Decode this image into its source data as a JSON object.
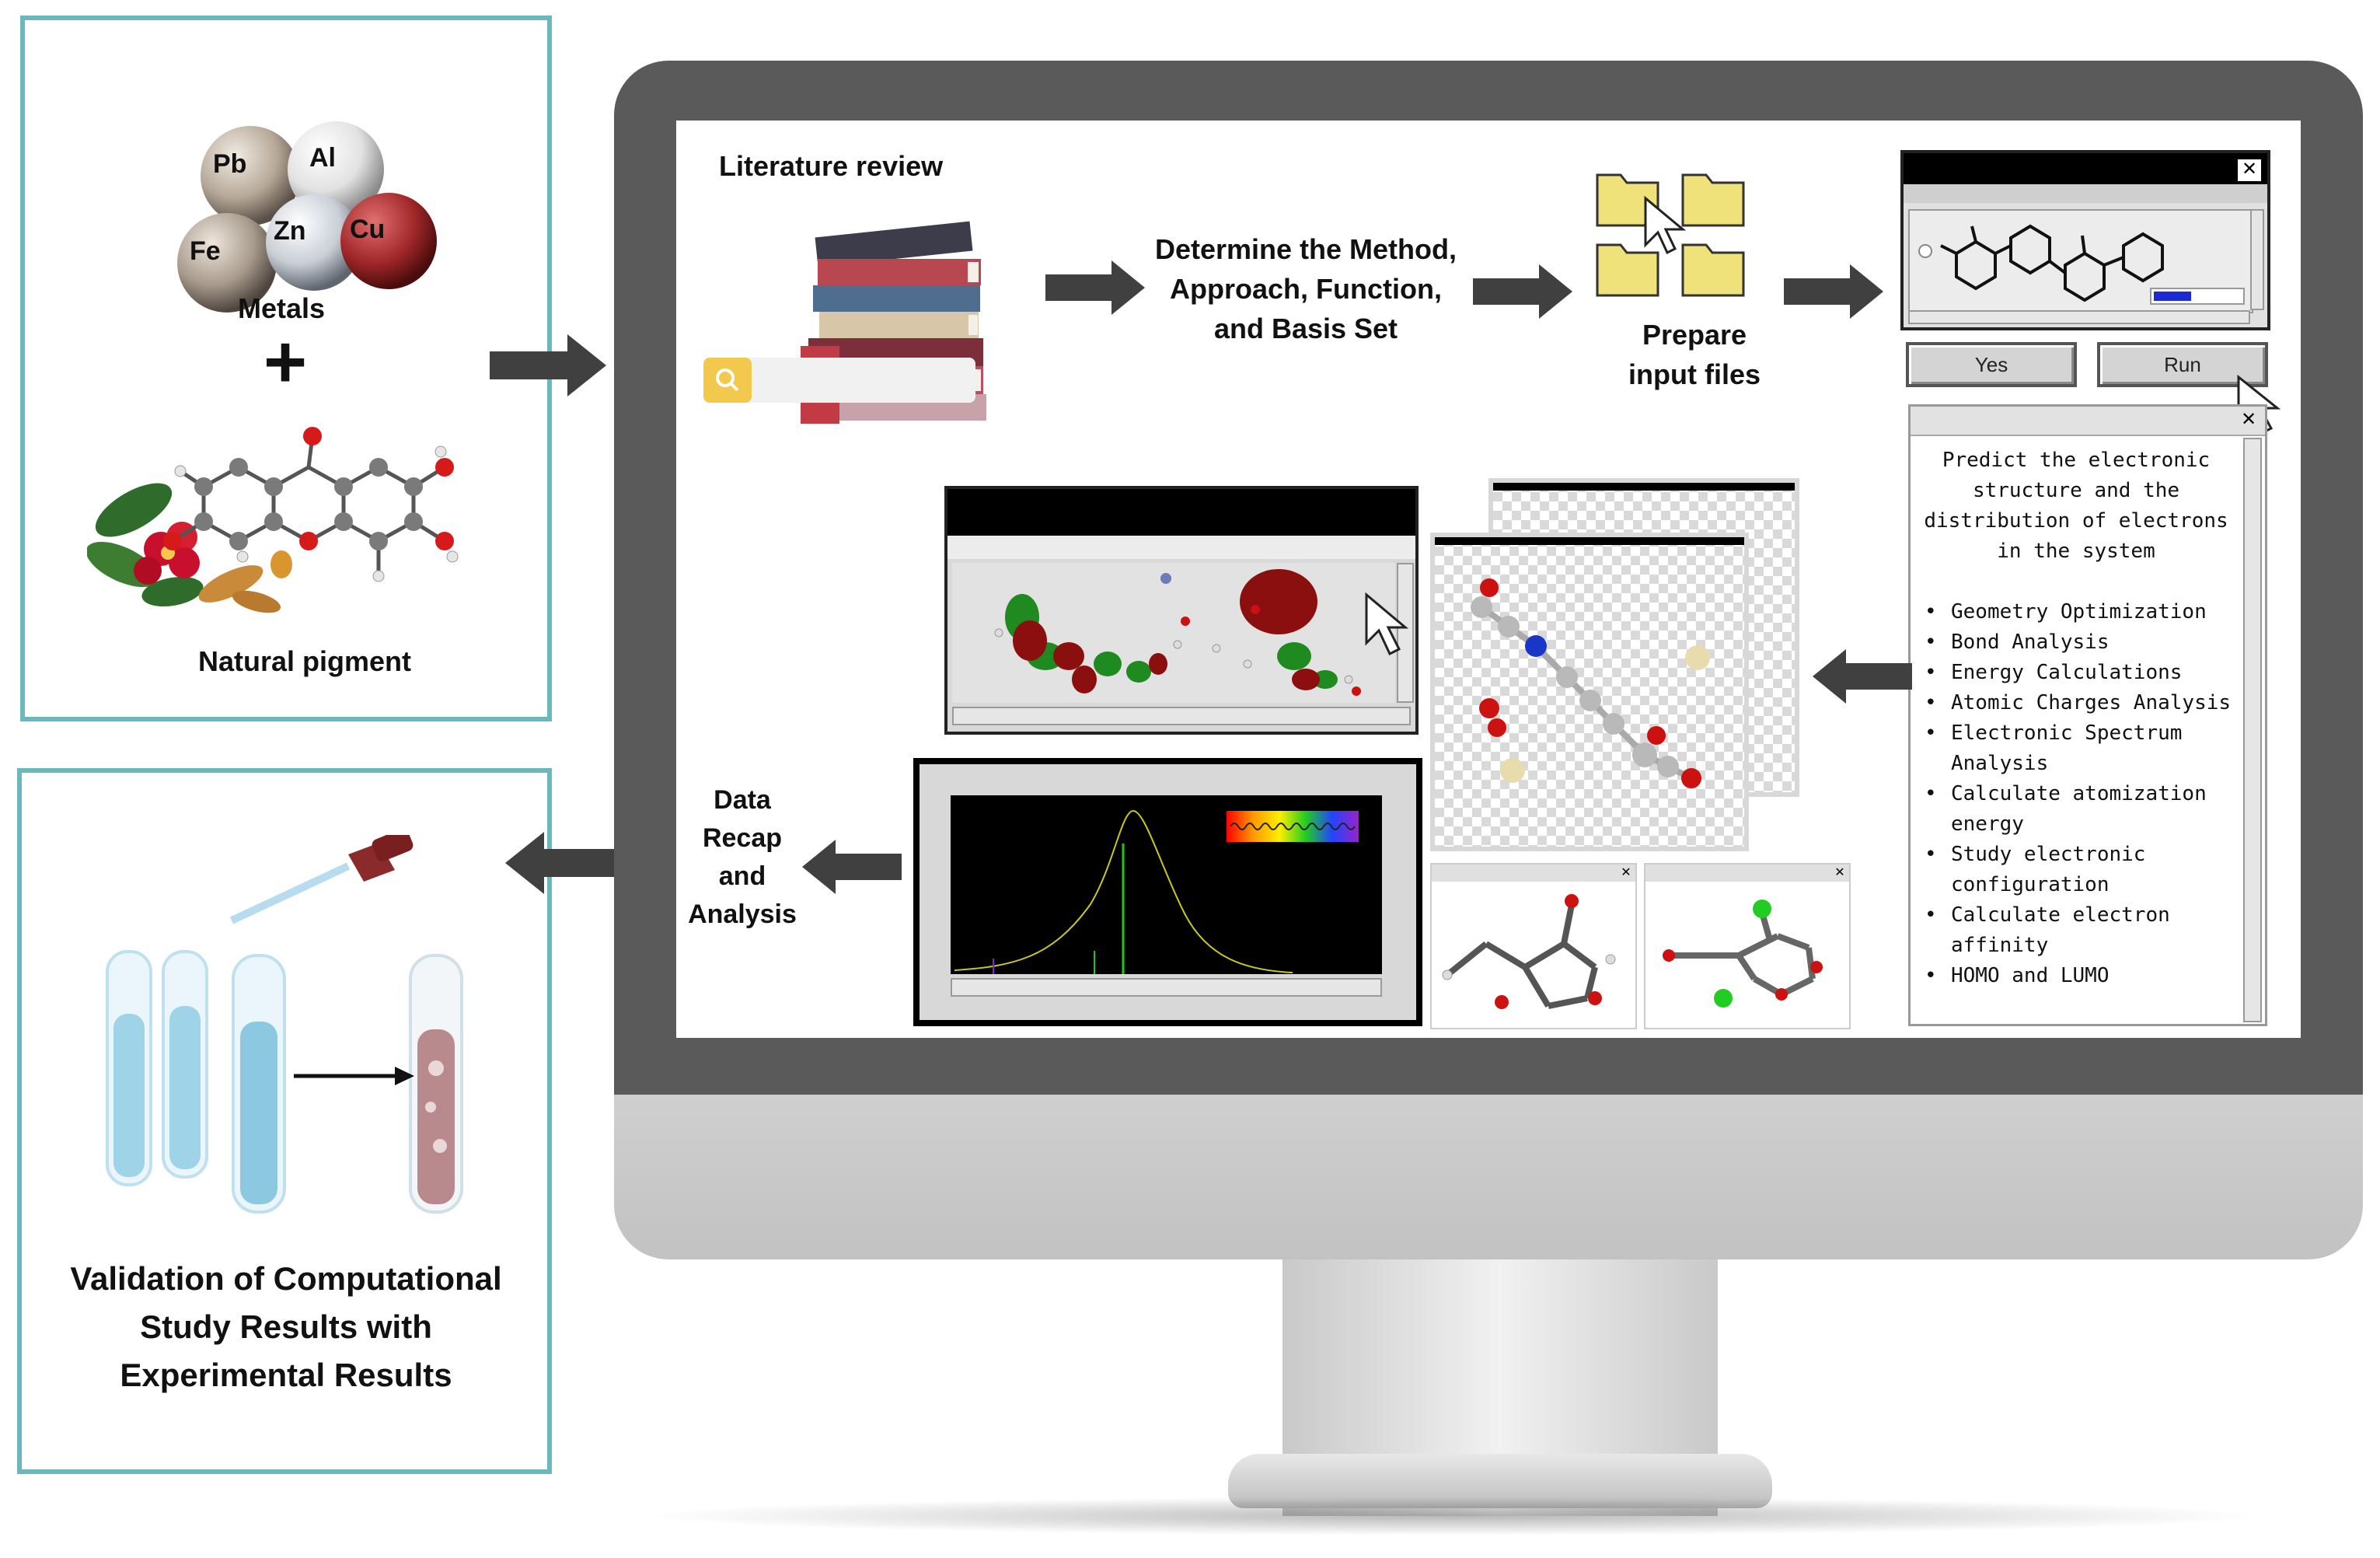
{
  "metals_panel": {
    "spheres": [
      {
        "symbol": "Pb",
        "color": "#b6a898"
      },
      {
        "symbol": "Al",
        "color": "#e6e6e6"
      },
      {
        "symbol": "Fe",
        "color": "#a89b8d"
      },
      {
        "symbol": "Zn",
        "color": "#cdd1d8"
      },
      {
        "symbol": "Cu",
        "color": "#a2282a"
      }
    ],
    "metals_label": "Metals",
    "plus_symbol": "+",
    "pigment_label": "Natural pigment"
  },
  "validation_panel": {
    "title_lines": [
      "Validation of Computational",
      "Study Results with",
      "Experimental Results"
    ]
  },
  "monitor": {
    "literature_review": "Literature review",
    "method_lines": [
      "Determine the Method,",
      "Approach, Function,",
      "and Basis Set"
    ],
    "prepare_lines": [
      "Prepare",
      "input files"
    ],
    "yes_button": "Yes",
    "run_button": "Run",
    "data_recap_lines": [
      "Data",
      "Recap",
      "and",
      "Analysis"
    ],
    "info_window": {
      "intro_lines": [
        "Predict the electronic",
        "structure and the",
        "distribution of electrons",
        "in the system"
      ],
      "items": [
        [
          "Geometry Optimization"
        ],
        [
          "Bond Analysis"
        ],
        [
          "Energy Calculations"
        ],
        [
          "Atomic Charges Analysis"
        ],
        [
          "Electronic Spectrum",
          "Analysis"
        ],
        [
          "Calculate atomization",
          "energy"
        ],
        [
          "Study electronic",
          "configuration"
        ],
        [
          "Calculate electron",
          "affinity"
        ],
        [
          "HOMO and LUMO"
        ]
      ]
    }
  },
  "colors": {
    "panel_border": "#6ab7bd",
    "monitor_bezel": "#5a5a5a",
    "arrow": "#404040",
    "folder": "#efe27a",
    "search_accent": "#f2c94c"
  },
  "icons": [
    "search-icon",
    "folder-icon",
    "cursor-icon",
    "close-icon",
    "dropper-icon",
    "test-tube-icon",
    "book-stack-icon"
  ]
}
